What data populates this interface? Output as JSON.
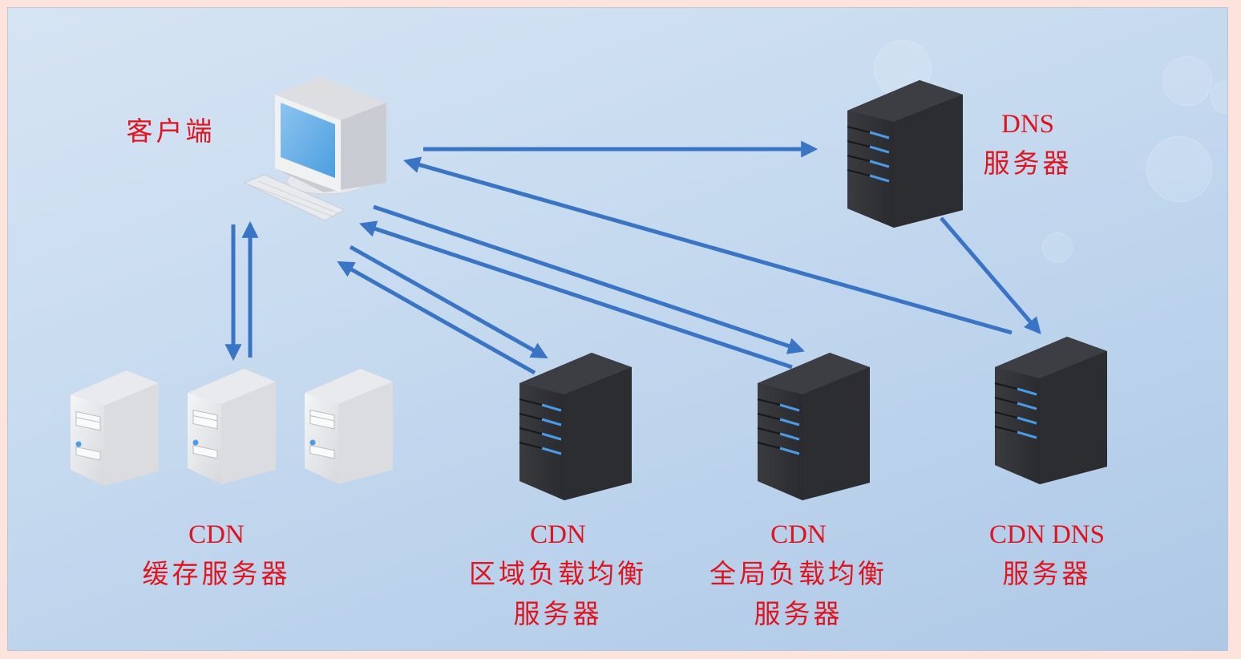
{
  "title": "CDN architecture diagram",
  "colors": {
    "label": "#e0141e",
    "arrow": "#3a74c4",
    "frame": "#fce3dc",
    "dark_server": "#2e2f33",
    "server_led": "#4a9be8"
  },
  "nodes": {
    "client": {
      "label": "客户端",
      "icon": "desktop-computer-icon"
    },
    "dns_server": {
      "line1": "DNS",
      "line2": "服务器",
      "icon": "dark-server-tower-icon"
    },
    "cache_servers": {
      "line1": "CDN",
      "line2": "缓存服务器",
      "icon": "light-server-tower-icon",
      "count": 3
    },
    "regional_lb": {
      "line1": "CDN",
      "line2": "区域负载均衡",
      "line3": "服务器",
      "icon": "dark-server-tower-icon"
    },
    "global_lb": {
      "line1": "CDN",
      "line2": "全局负载均衡",
      "line3": "服务器",
      "icon": "dark-server-tower-icon"
    },
    "cdn_dns": {
      "line1": "CDN DNS",
      "line2": "服务器",
      "icon": "dark-server-tower-icon"
    }
  },
  "edges": [
    {
      "from": "client",
      "to": "dns_server"
    },
    {
      "from": "cdn_dns",
      "to": "client"
    },
    {
      "from": "dns_server",
      "to": "cdn_dns"
    },
    {
      "from": "client",
      "to": "global_lb"
    },
    {
      "from": "global_lb",
      "to": "client"
    },
    {
      "from": "client",
      "to": "regional_lb"
    },
    {
      "from": "regional_lb",
      "to": "client"
    },
    {
      "from": "client",
      "to": "cache_servers"
    },
    {
      "from": "cache_servers",
      "to": "client"
    }
  ]
}
